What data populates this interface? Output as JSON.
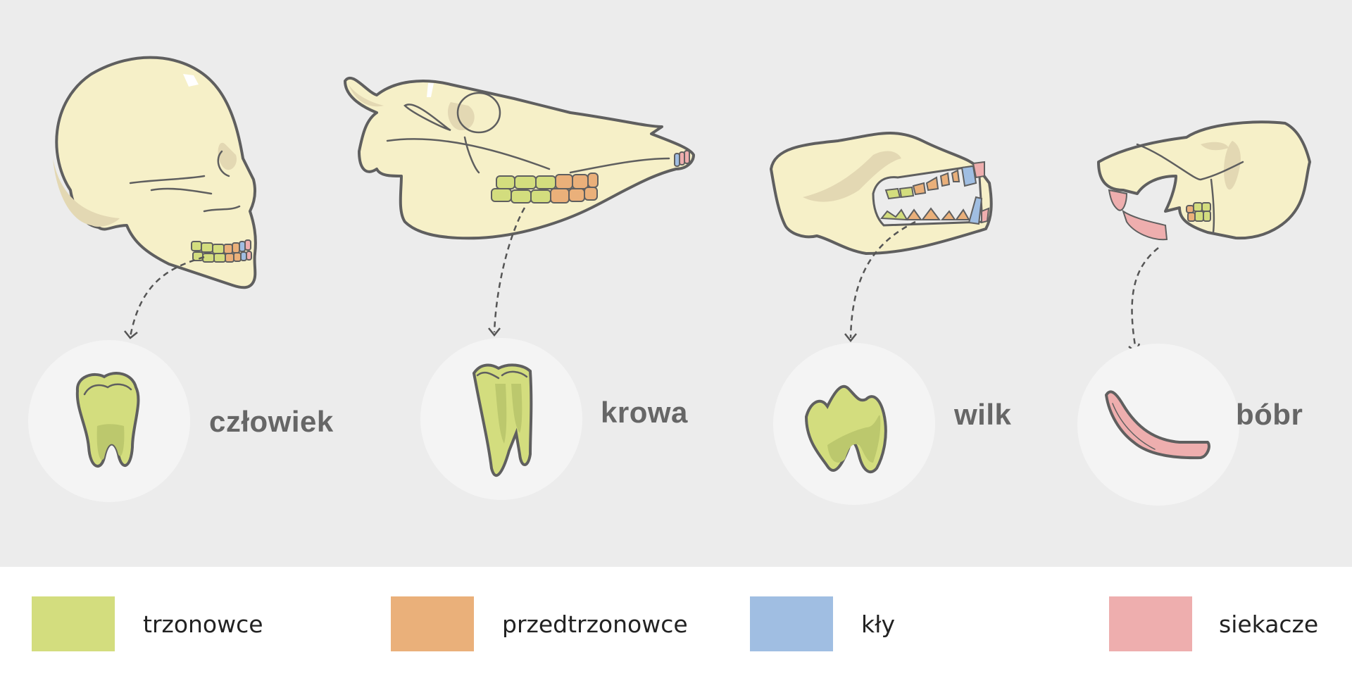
{
  "colors": {
    "background": "#ececec",
    "circle": "#f4f4f4",
    "bone": "#f6f0c8",
    "outline": "#5f5f5f",
    "label": "#666666",
    "molars": "#d3dd7e",
    "premolars": "#eab07a",
    "canines": "#a0bee2",
    "incisors": "#eeaeae"
  },
  "animals": [
    {
      "id": "human",
      "label": "człowiek",
      "highlighted_tooth": "trzonowce"
    },
    {
      "id": "cow",
      "label": "krowa",
      "highlighted_tooth": "trzonowce"
    },
    {
      "id": "wolf",
      "label": "wilk",
      "highlighted_tooth": "trzonowce"
    },
    {
      "id": "beaver",
      "label": "bóbr",
      "highlighted_tooth": "siekacze"
    }
  ],
  "legend": [
    {
      "label": "trzonowce",
      "color": "#d3dd7e"
    },
    {
      "label": "przedtrzonowce",
      "color": "#eab07a"
    },
    {
      "label": "kły",
      "color": "#a0bee2"
    },
    {
      "label": "siekacze",
      "color": "#eeaeae"
    }
  ]
}
